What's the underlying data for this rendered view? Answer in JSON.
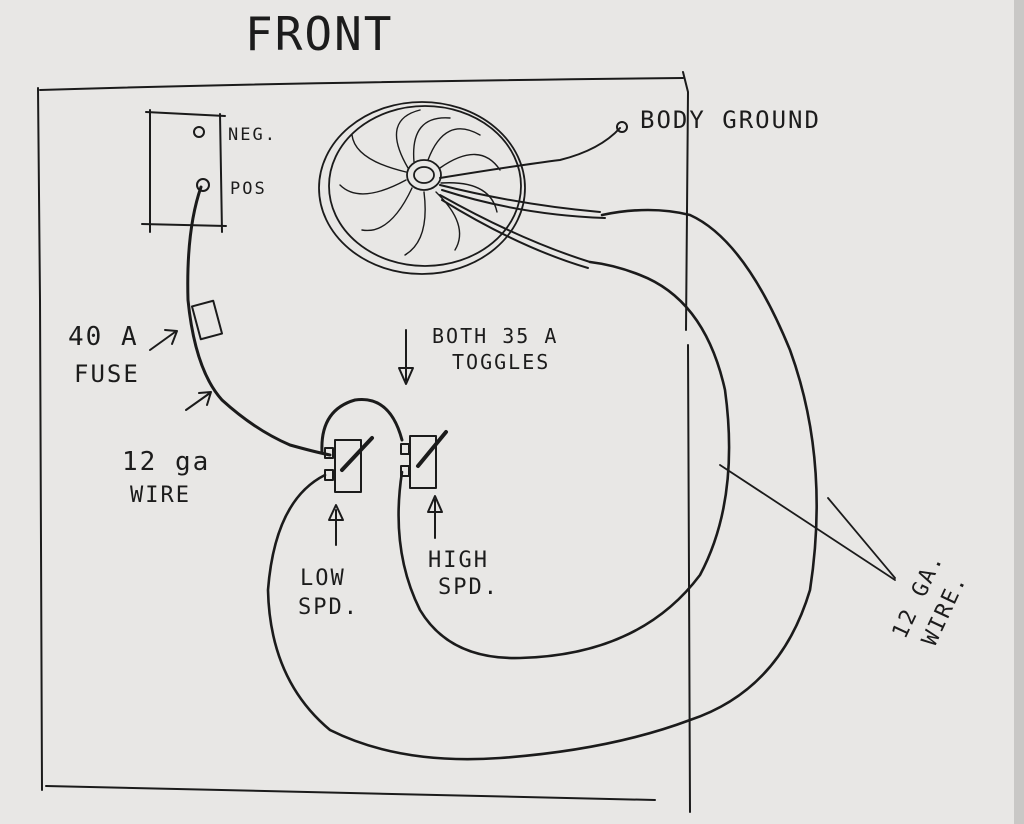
{
  "diagram": {
    "title": "FRONT",
    "battery": {
      "neg_label": "NEG.",
      "pos_label": "POS"
    },
    "fan": {
      "ground_label": "BODY GROUND"
    },
    "fuse": {
      "label_line1": "40 A",
      "label_line2": "FUSE"
    },
    "wire_left": {
      "line1": "12 ga",
      "line2": "WIRE"
    },
    "toggles": {
      "line1": "BOTH 35 A",
      "line2": "TOGGLES"
    },
    "switch_low": {
      "line1": "LOW",
      "line2": "SPD."
    },
    "switch_high": {
      "line1": "HIGH",
      "line2": "SPD."
    },
    "wire_right": {
      "line1": "12 GA.",
      "line2": "WIRE."
    }
  }
}
